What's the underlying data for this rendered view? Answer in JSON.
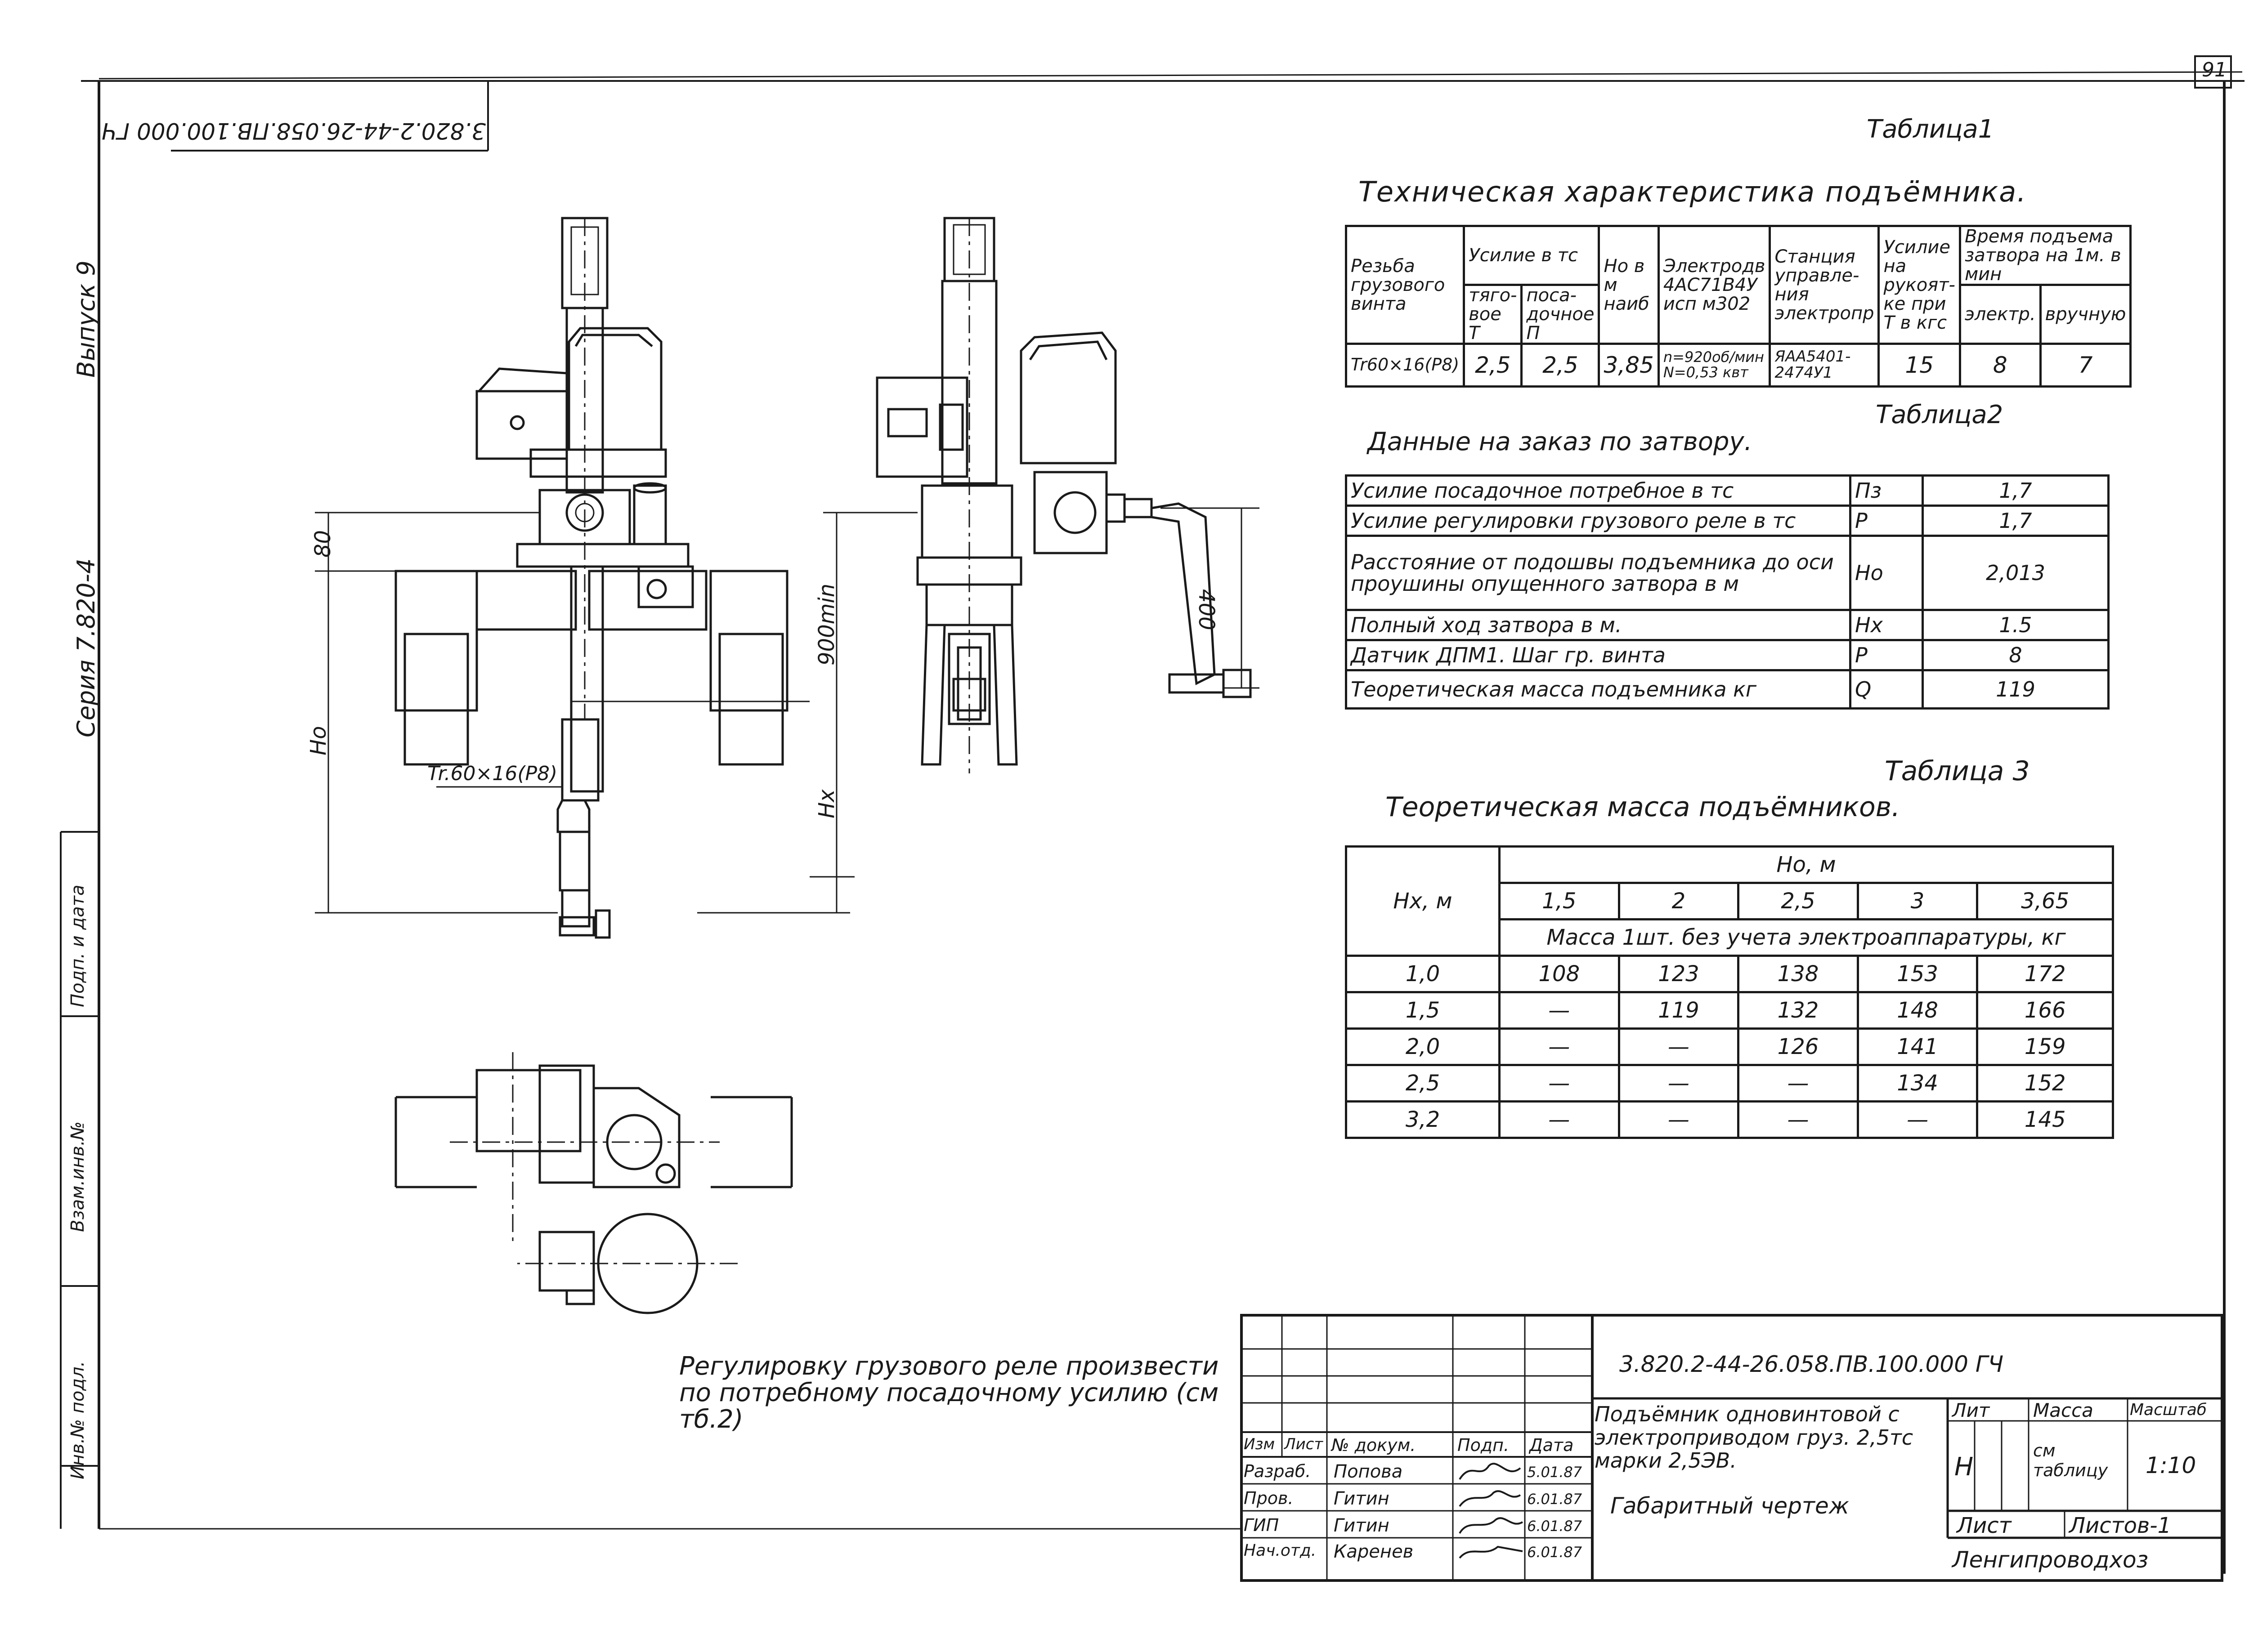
{
  "sheet_number": "91",
  "stamp_code": "3.820.2-44-26.058.ПВ.100.000 ГЧ",
  "margin_labels": [
    "Выпуск 9",
    "Серия 7.820-4",
    "Подп. и дата",
    "Взам.инв.№",
    "Инв.№ подл."
  ],
  "dimension_labels": {
    "d80": "80",
    "ho": "Ho",
    "hx": "Hx",
    "d900": "900min",
    "d400": "400",
    "thread": "Tr.60×16(P8)"
  },
  "note": "Регулировку грузового реле произвести по потребному посадочному усилию (см тб.2)",
  "table1": {
    "label": "Таблица1",
    "title": "Техническая характеристика подъёмника.",
    "h_thread": "Резьба грузового винта",
    "h_force": "Усилие в тс",
    "h_force_tyag": "тяго-вое T",
    "h_force_pos": "поса-дочное П",
    "h_ho": "Но в м наиб",
    "h_motor": "Электродв 4АС71В4У исп м302",
    "h_station": "Станция управле-ния электропр",
    "h_handle": "Усилие на рукоят-ке при T в кгс",
    "h_time": "Время подъема затвора на 1м. в мин",
    "h_time_el": "электр.",
    "h_time_hand": "вручную",
    "v_thread": "Tr60×16(P8)",
    "v_tyag": "2,5",
    "v_pos": "2,5",
    "v_ho": "3,85",
    "v_motor": "n=920об/мин N=0,53 квт",
    "v_station": "ЯАА5401-2474У1",
    "v_handle": "15",
    "v_time_el": "8",
    "v_time_hand": "7"
  },
  "table2": {
    "label": "Таблица2",
    "title": "Данные на заказ по затвору.",
    "rows": [
      {
        "name": "Усилие посадочное потребное в тс",
        "sym": "Пз",
        "val": "1,7"
      },
      {
        "name": "Усилие регулировки грузового реле в тс",
        "sym": "P",
        "val": "1,7"
      },
      {
        "name": "Расстояние от подошвы подъемника до оси проушины опущенного затвора в м",
        "sym": "Ho",
        "val": "2,013"
      },
      {
        "name": "Полный ход затвора в м.",
        "sym": "Hx",
        "val": "1.5"
      },
      {
        "name": "Датчик ДПМ1. Шаг гр. винта",
        "sym": "P",
        "val": "8"
      },
      {
        "name": "Теоретическая масса подъемника кг",
        "sym": "Q",
        "val": "119"
      }
    ]
  },
  "table3": {
    "label": "Таблица 3",
    "title": "Теоретическая масса подъёмников.",
    "hx_label": "Hx, м",
    "ho_label": "Ho, м",
    "ho_values": [
      "1,5",
      "2",
      "2,5",
      "3",
      "3,65"
    ],
    "subheader": "Масса 1шт. без учета электроаппаратуры, кг",
    "rows": [
      {
        "hx": "1,0",
        "vals": [
          "108",
          "123",
          "138",
          "153",
          "172"
        ]
      },
      {
        "hx": "1,5",
        "vals": [
          "—",
          "119",
          "132",
          "148",
          "166"
        ]
      },
      {
        "hx": "2,0",
        "vals": [
          "—",
          "—",
          "126",
          "141",
          "159"
        ]
      },
      {
        "hx": "2,5",
        "vals": [
          "—",
          "—",
          "—",
          "134",
          "152"
        ]
      },
      {
        "hx": "3,2",
        "vals": [
          "—",
          "—",
          "—",
          "—",
          "145"
        ]
      }
    ]
  },
  "title_block": {
    "code": "3.820.2-44-26.058.ПВ.100.000 ГЧ",
    "name": "Подъёмник одновинтовой с электроприводом груз. 2,5тс марки 2,5ЭВ.",
    "drawing_type": "Габаритный чертеж",
    "h_izm": "Изм",
    "h_list": "Лист",
    "h_doc": "№ докум.",
    "h_sign": "Подп.",
    "h_date": "Дата",
    "h_lit": "Лит",
    "h_mass": "Масса",
    "h_scale": "Масштаб",
    "lit": "Н",
    "mass": "см таблицу",
    "scale": "1:10",
    "sheet": "Лист",
    "sheets": "Листов-1",
    "org": "Ленгипроводхоз",
    "people": [
      {
        "role": "Разраб.",
        "name": "Попова",
        "date": "5.01.87"
      },
      {
        "role": "Пров.",
        "name": "Гитин",
        "date": "6.01.87"
      },
      {
        "role": "ГИП",
        "name": "Гитин",
        "date": "6.01.87"
      },
      {
        "role": "Нач.отд.",
        "name": "Каренев",
        "date": "6.01.87"
      }
    ]
  }
}
